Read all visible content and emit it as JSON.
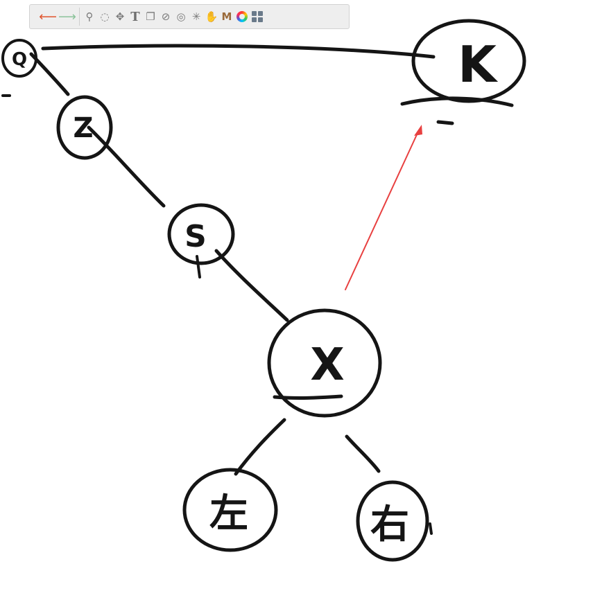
{
  "toolbar": {
    "tools": [
      {
        "name": "undo",
        "glyph": "⟵"
      },
      {
        "name": "redo",
        "glyph": "⟶"
      },
      {
        "name": "zoom",
        "glyph": "⚲"
      },
      {
        "name": "lasso",
        "glyph": "◌"
      },
      {
        "name": "move",
        "glyph": "✥"
      },
      {
        "name": "text",
        "glyph": "T"
      },
      {
        "name": "page",
        "glyph": "❐"
      },
      {
        "name": "eraser",
        "glyph": "⊘"
      },
      {
        "name": "shape",
        "glyph": "◎"
      },
      {
        "name": "select",
        "glyph": "✳"
      },
      {
        "name": "hand",
        "glyph": "✋"
      },
      {
        "name": "highlighter",
        "glyph": "M"
      },
      {
        "name": "color-wheel",
        "glyph": ""
      },
      {
        "name": "panels",
        "glyph": ""
      }
    ],
    "colors": {
      "undo": "#e0542c",
      "redo": "#8bc39a",
      "annotation": "#e84040",
      "ink": "#151515"
    }
  },
  "canvas": {
    "nodes": [
      {
        "id": "q",
        "label": "Q"
      },
      {
        "id": "z",
        "label": "Z"
      },
      {
        "id": "s",
        "label": "S"
      },
      {
        "id": "x",
        "label": "X"
      },
      {
        "id": "left",
        "label": "左"
      },
      {
        "id": "right",
        "label": "右"
      },
      {
        "id": "k",
        "label": "K"
      }
    ]
  }
}
